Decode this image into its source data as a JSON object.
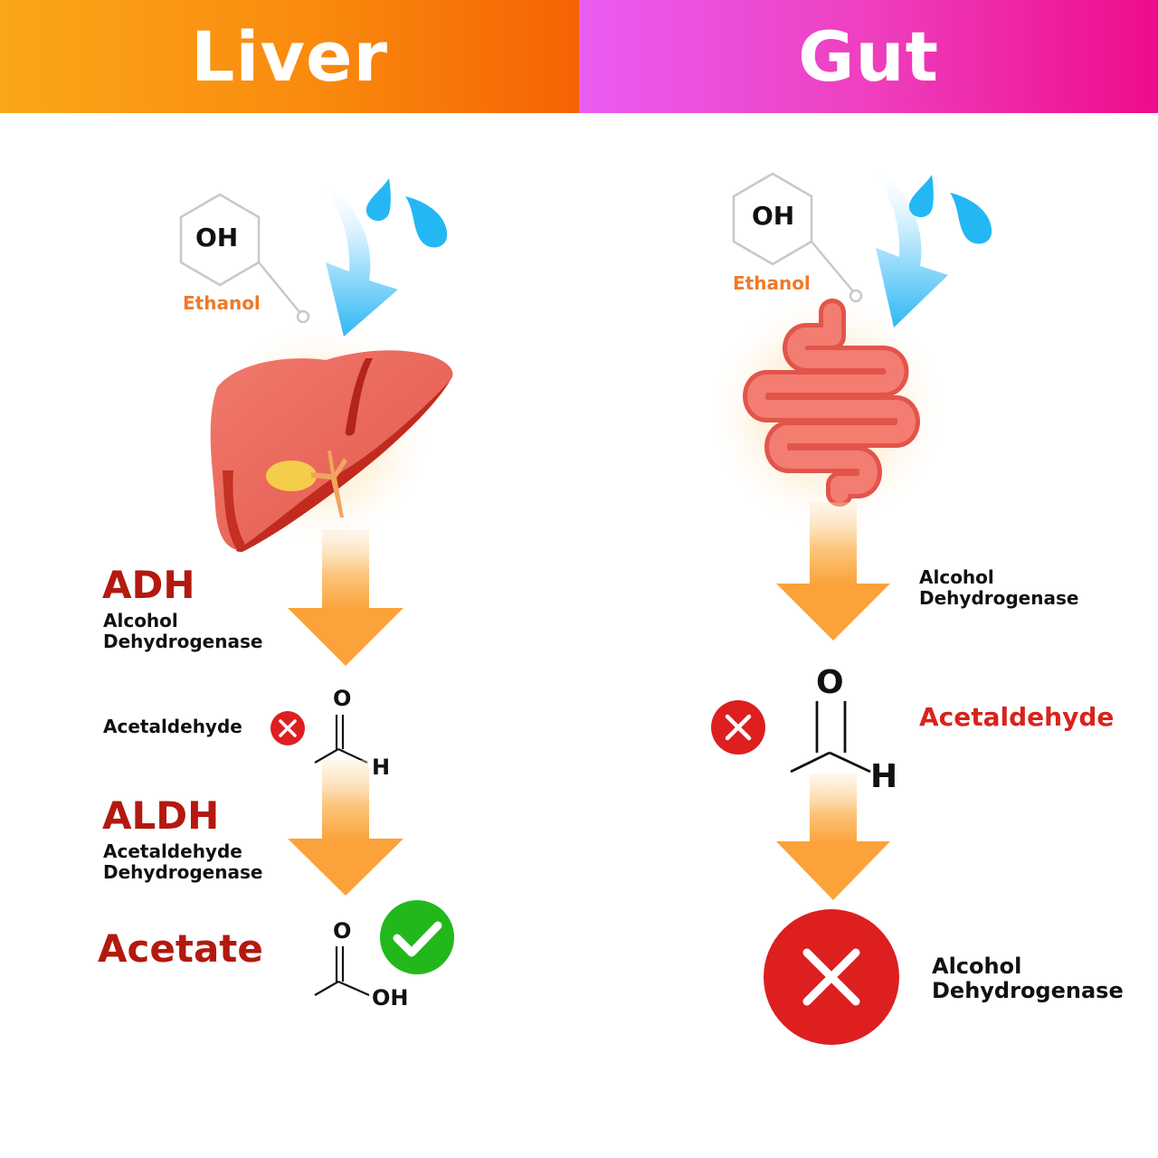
{
  "header": {
    "left_title": "Liver",
    "right_title": "Gut"
  },
  "liver": {
    "ethanol_group": "OH",
    "ethanol_label": "Ethanol",
    "step1_abbr": "ADH",
    "step1_line1": "Alcohol",
    "step1_line2": "Dehydrogenase",
    "intermediate_label": "Acetaldehyde",
    "aldehyde_o": "O",
    "aldehyde_h": "H",
    "step2_abbr": "ALDH",
    "step2_line1": "Acetaldehyde",
    "step2_line2": "Dehydrogenase",
    "product_label": "Acetate",
    "acid_o": "O",
    "acid_oh": "OH"
  },
  "gut": {
    "ethanol_group": "OH",
    "ethanol_label": "Ethanol",
    "step1_line1": "Alcohol",
    "step1_line2": "Dehydrogenase",
    "aldehyde_o": "O",
    "aldehyde_h": "H",
    "intermediate_label": "Acetaldehyde",
    "final_line1": "Alcohol",
    "final_line2": "Dehydrogenase"
  },
  "colors": {
    "liver_header": "#f98a0e",
    "gut_header": "#ee3fbf",
    "enzyme_red": "#b3190f",
    "ethanol_orange": "#ef7a2a",
    "reject_red": "#dd1f20",
    "accept_green": "#22b81b",
    "arrow_orange": "#fba23a",
    "water_blue": "#23b8f4"
  },
  "icons": [
    "liver-icon",
    "intestine-icon",
    "water-drop-icon",
    "check-icon",
    "cross-icon"
  ]
}
